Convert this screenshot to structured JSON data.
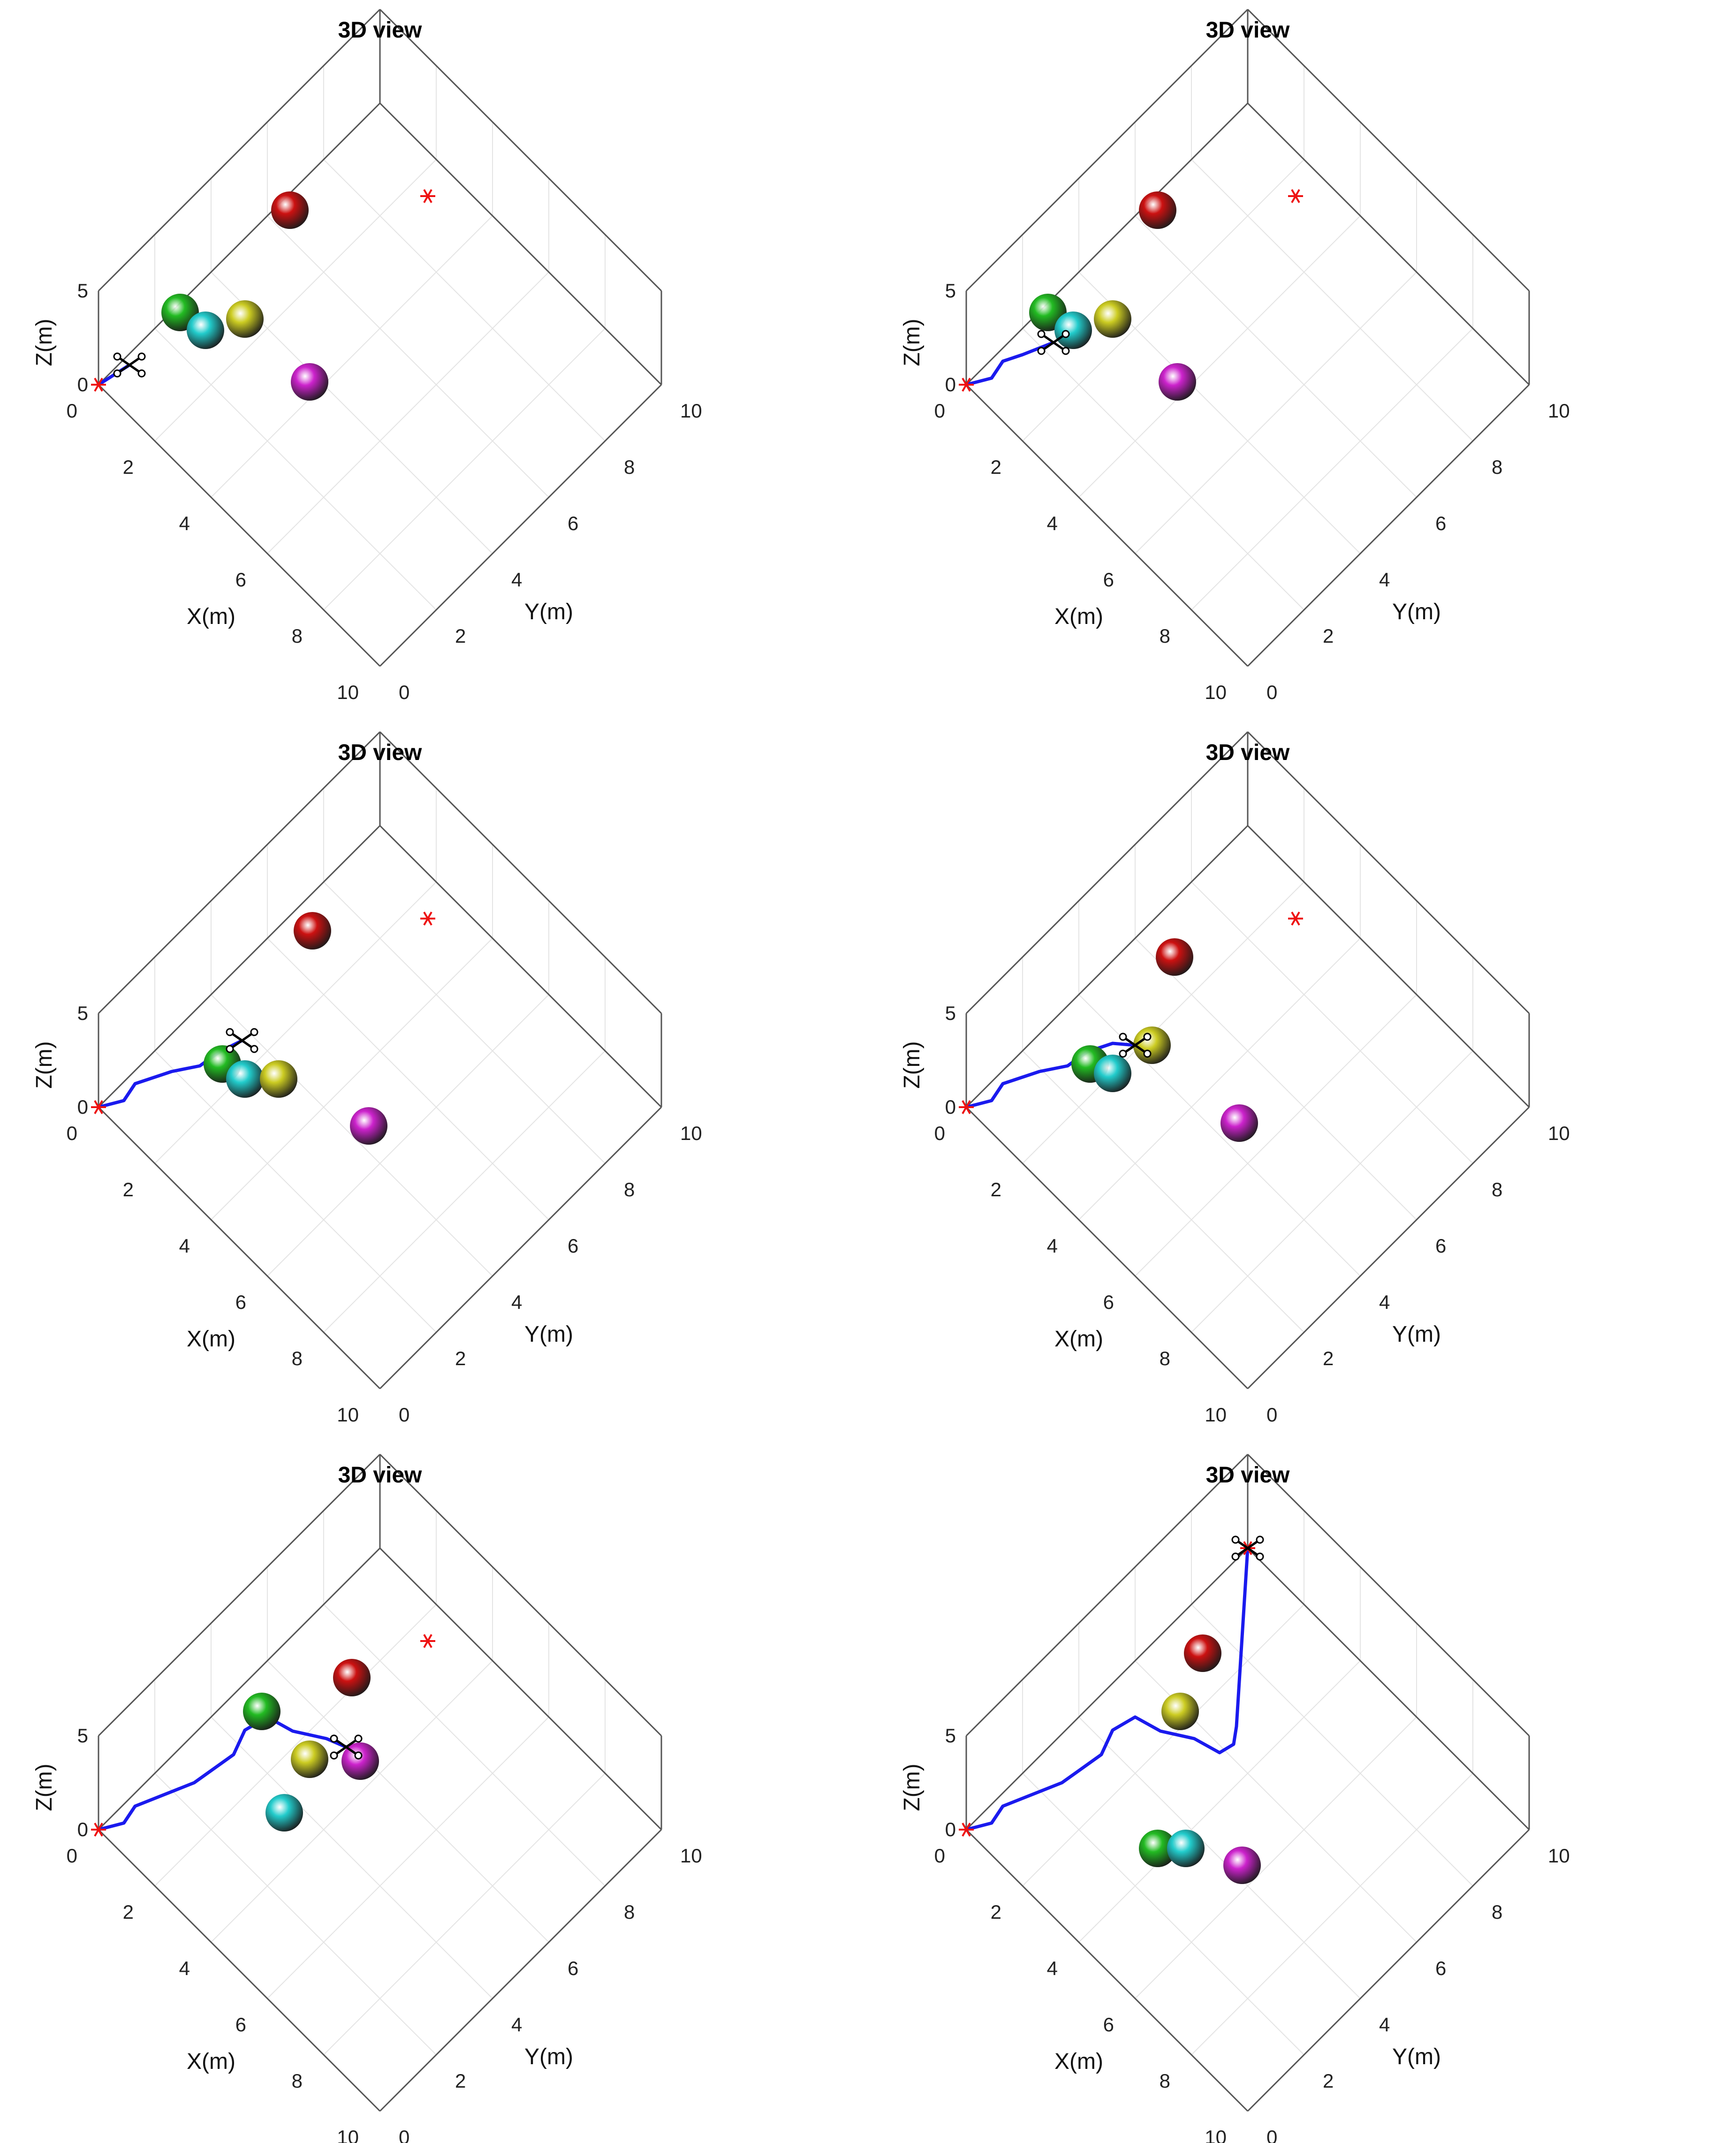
{
  "chart_data": [
    {
      "type": "scatter3d",
      "title": "3D view",
      "xlabel": "X(m)",
      "ylabel": "Y(m)",
      "zlabel": "Z(m)",
      "xlim": [
        0,
        10
      ],
      "ylim": [
        0,
        10
      ],
      "zlim": [
        0,
        5
      ],
      "xticks": [
        "0",
        "2",
        "4",
        "6",
        "8",
        "10"
      ],
      "yticks": [
        "0",
        "2",
        "4",
        "6",
        "8",
        "10"
      ],
      "zticks": [
        "0",
        "5"
      ],
      "grid": true,
      "start_marker": [
        0,
        0,
        0
      ],
      "goal_marker": [
        2.5,
        9.2,
        0
      ],
      "obstacles": [
        {
          "color": "#22bb22",
          "x": 0.5,
          "y": 2.4,
          "z": 1.0
        },
        {
          "color": "#22cccc",
          "x": 1.2,
          "y": 2.6,
          "z": 0.8
        },
        {
          "color": "#cccc22",
          "x": 1.6,
          "y": 3.6,
          "z": 0.5
        },
        {
          "color": "#cc1111",
          "x": 0.8,
          "y": 6.0,
          "z": 1.5
        },
        {
          "color": "#cc22cc",
          "x": 3.8,
          "y": 3.7,
          "z": 0.3
        }
      ],
      "trajectory": [
        [
          0,
          0,
          0
        ],
        [
          0.3,
          0.8,
          0.3
        ]
      ],
      "drone_position": [
        0.3,
        0.8,
        0.3
      ]
    },
    {
      "type": "scatter3d",
      "title": "3D view",
      "xlabel": "X(m)",
      "ylabel": "Y(m)",
      "zlabel": "Z(m)",
      "xlim": [
        0,
        10
      ],
      "ylim": [
        0,
        10
      ],
      "zlim": [
        0,
        5
      ],
      "xticks": [
        "0",
        "2",
        "4",
        "6",
        "8",
        "10"
      ],
      "yticks": [
        "0",
        "2",
        "4",
        "6",
        "8",
        "10"
      ],
      "zticks": [
        "0",
        "5"
      ],
      "grid": true,
      "start_marker": [
        0,
        0,
        0
      ],
      "goal_marker": [
        2.5,
        9.2,
        0
      ],
      "obstacles": [
        {
          "color": "#22bb22",
          "x": 0.5,
          "y": 2.4,
          "z": 1.0
        },
        {
          "color": "#22cccc",
          "x": 1.2,
          "y": 2.6,
          "z": 0.8
        },
        {
          "color": "#cccc22",
          "x": 1.6,
          "y": 3.6,
          "z": 0.5
        },
        {
          "color": "#cc1111",
          "x": 0.8,
          "y": 6.0,
          "z": 1.5
        },
        {
          "color": "#cc22cc",
          "x": 3.8,
          "y": 3.7,
          "z": 0.3
        }
      ],
      "trajectory": [
        [
          0,
          0,
          0
        ],
        [
          0.4,
          0.5,
          0.2
        ],
        [
          0.4,
          0.9,
          0.5
        ],
        [
          0.6,
          1.4,
          0.4
        ],
        [
          0.9,
          2.2,
          0.3
        ]
      ],
      "drone_position": [
        0.9,
        2.2,
        0.3
      ]
    },
    {
      "type": "scatter3d",
      "title": "3D view",
      "xlabel": "X(m)",
      "ylabel": "Y(m)",
      "zlabel": "Z(m)",
      "xlim": [
        0,
        10
      ],
      "ylim": [
        0,
        10
      ],
      "zlim": [
        0,
        5
      ],
      "xticks": [
        "0",
        "2",
        "4",
        "6",
        "8",
        "10"
      ],
      "yticks": [
        "0",
        "2",
        "4",
        "6",
        "8",
        "10"
      ],
      "zticks": [
        "0",
        "5"
      ],
      "grid": true,
      "start_marker": [
        0,
        0,
        0
      ],
      "goal_marker": [
        2.5,
        9.2,
        0
      ],
      "obstacles": [
        {
          "color": "#22bb22",
          "x": 1.6,
          "y": 2.8,
          "z": 0.5
        },
        {
          "color": "#22cccc",
          "x": 2.2,
          "y": 3.0,
          "z": 0.3
        },
        {
          "color": "#cccc22",
          "x": 2.8,
          "y": 3.6,
          "z": 0.3
        },
        {
          "color": "#cc1111",
          "x": 1.0,
          "y": 6.6,
          "z": 1.0
        },
        {
          "color": "#cc22cc",
          "x": 5.2,
          "y": 4.4,
          "z": 0.2
        }
      ],
      "trajectory": [
        [
          0,
          0,
          0
        ],
        [
          0.4,
          0.5,
          0.2
        ],
        [
          0.4,
          0.9,
          0.5
        ],
        [
          0.8,
          1.8,
          0.4
        ],
        [
          1.2,
          2.4,
          0.4
        ],
        [
          1.3,
          3.0,
          0.4
        ],
        [
          1.5,
          3.6,
          0.4
        ]
      ],
      "drone_position": [
        1.5,
        3.6,
        0.4
      ]
    },
    {
      "type": "scatter3d",
      "title": "3D view",
      "xlabel": "X(m)",
      "ylabel": "Y(m)",
      "zlabel": "Z(m)",
      "xlim": [
        0,
        10
      ],
      "ylim": [
        0,
        10
      ],
      "zlim": [
        0,
        5
      ],
      "xticks": [
        "0",
        "2",
        "4",
        "6",
        "8",
        "10"
      ],
      "yticks": [
        "0",
        "2",
        "4",
        "6",
        "8",
        "10"
      ],
      "zticks": [
        "0",
        "5"
      ],
      "grid": true,
      "start_marker": [
        0,
        0,
        0
      ],
      "goal_marker": [
        2.5,
        9.2,
        0
      ],
      "obstacles": [
        {
          "color": "#22bb22",
          "x": 1.6,
          "y": 2.8,
          "z": 0.5
        },
        {
          "color": "#22cccc",
          "x": 2.1,
          "y": 3.1,
          "z": 0.3
        },
        {
          "color": "#cccc22",
          "x": 2.3,
          "y": 4.3,
          "z": 0.3
        },
        {
          "color": "#cc1111",
          "x": 1.2,
          "y": 6.2,
          "z": 0.5
        },
        {
          "color": "#cc22cc",
          "x": 5.2,
          "y": 4.5,
          "z": 0.2
        }
      ],
      "trajectory": [
        [
          0,
          0,
          0
        ],
        [
          0.4,
          0.5,
          0.2
        ],
        [
          0.4,
          0.9,
          0.5
        ],
        [
          0.8,
          1.8,
          0.4
        ],
        [
          1.2,
          2.4,
          0.4
        ],
        [
          1.3,
          3.0,
          0.4
        ],
        [
          1.6,
          3.6,
          0.4
        ],
        [
          2.0,
          4.0,
          0.3
        ]
      ],
      "drone_position": [
        2.0,
        4.0,
        0.3
      ]
    },
    {
      "type": "scatter3d",
      "title": "3D view",
      "xlabel": "X(m)",
      "ylabel": "Y(m)",
      "zlabel": "Z(m)",
      "xlim": [
        0,
        10
      ],
      "ylim": [
        0,
        10
      ],
      "zlim": [
        0,
        5
      ],
      "xticks": [
        "0",
        "2",
        "4",
        "6",
        "8",
        "10"
      ],
      "yticks": [
        "0",
        "2",
        "4",
        "6",
        "8",
        "10"
      ],
      "zticks": [
        "0",
        "5"
      ],
      "grid": true,
      "start_marker": [
        0,
        0,
        0
      ],
      "goal_marker": [
        2.5,
        9.2,
        0
      ],
      "obstacles": [
        {
          "color": "#22bb22",
          "x": 1.0,
          "y": 4.8,
          "z": 0.6
        },
        {
          "color": "#22cccc",
          "x": 3.1,
          "y": 3.5,
          "z": 0.3
        },
        {
          "color": "#cccc22",
          "x": 2.6,
          "y": 4.9,
          "z": 0.3
        },
        {
          "color": "#cc1111",
          "x": 1.9,
          "y": 7.1,
          "z": 0.3
        },
        {
          "color": "#cc22cc",
          "x": 3.5,
          "y": 5.8,
          "z": 0.2
        }
      ],
      "trajectory": [
        [
          0,
          0,
          0
        ],
        [
          0.4,
          0.5,
          0.2
        ],
        [
          0.4,
          0.9,
          0.5
        ],
        [
          1.0,
          2.4,
          0.4
        ],
        [
          1.2,
          3.6,
          0.4
        ],
        [
          1.0,
          4.2,
          0.5
        ],
        [
          1.2,
          4.8,
          0.6
        ],
        [
          1.8,
          5.1,
          0.3
        ],
        [
          2.5,
          5.6,
          0.2
        ],
        [
          3.0,
          5.8,
          0.2
        ]
      ],
      "drone_position": [
        3.0,
        5.8,
        0.2
      ]
    },
    {
      "type": "scatter3d",
      "title": "3D  view",
      "xlabel": "X(m)",
      "ylabel": "Y(m)",
      "zlabel": "Z(m)",
      "xlim": [
        0,
        10
      ],
      "ylim": [
        0,
        10
      ],
      "zlim": [
        0,
        5
      ],
      "xticks": [
        "0",
        "2",
        "4",
        "6",
        "8",
        "10"
      ],
      "yticks": [
        "0",
        "2",
        "4",
        "6",
        "8",
        "10"
      ],
      "zticks": [
        "0",
        "5"
      ],
      "grid": true,
      "start_marker": [
        0,
        0,
        0
      ],
      "goal_marker": [
        0,
        10,
        0
      ],
      "obstacles": [
        {
          "color": "#22bb22",
          "x": 3.8,
          "y": 3.0,
          "z": 0.2
        },
        {
          "color": "#22cccc",
          "x": 4.3,
          "y": 3.5,
          "z": 0.2
        },
        {
          "color": "#cccc22",
          "x": 1.8,
          "y": 5.8,
          "z": 0.3
        },
        {
          "color": "#cc1111",
          "x": 1.2,
          "y": 7.2,
          "z": 0.4
        },
        {
          "color": "#cc22cc",
          "x": 5.6,
          "y": 4.2,
          "z": 0.2
        }
      ],
      "trajectory": [
        [
          0,
          0,
          0
        ],
        [
          0.4,
          0.5,
          0.2
        ],
        [
          0.4,
          0.9,
          0.5
        ],
        [
          1.0,
          2.4,
          0.4
        ],
        [
          1.2,
          3.6,
          0.4
        ],
        [
          1.0,
          4.2,
          0.5
        ],
        [
          1.2,
          4.8,
          0.6
        ],
        [
          1.8,
          5.1,
          0.3
        ],
        [
          2.5,
          5.6,
          0.2
        ],
        [
          3.2,
          5.8,
          0.2
        ],
        [
          3.3,
          6.2,
          0.2
        ],
        [
          3.0,
          6.6,
          0.1
        ],
        [
          0,
          10,
          0
        ]
      ],
      "drone_position": [
        0,
        10,
        0
      ]
    }
  ]
}
